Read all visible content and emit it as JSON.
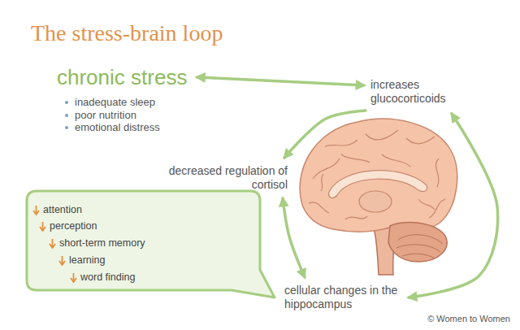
{
  "diagram": {
    "title": "The stress-brain loop",
    "nodes": [
      {
        "text": [
          "chronic stress",
          "inadequate sleep",
          "poor nutrition",
          "emotional distress"
        ]
      },
      {
        "text": [
          "increases glucocorticoids"
        ]
      },
      {
        "text": [
          "decreased regulation of cortisol"
        ]
      },
      {
        "text": [
          "cellular changes in the hippocampus"
        ]
      },
      {
        "text": [
          "attention",
          "perception",
          "short-term memory",
          "learning",
          "word finding"
        ]
      }
    ],
    "edges": [
      {
        "from": 0,
        "to": 1,
        "arrow": "both"
      },
      {
        "from": 1,
        "to": 2,
        "arrow": "to"
      },
      {
        "from": 2,
        "to": 3,
        "arrow": "both"
      },
      {
        "from": 3,
        "to": 1,
        "arrow": "both"
      }
    ],
    "labels": [
      "© Women to Women"
    ]
  }
}
